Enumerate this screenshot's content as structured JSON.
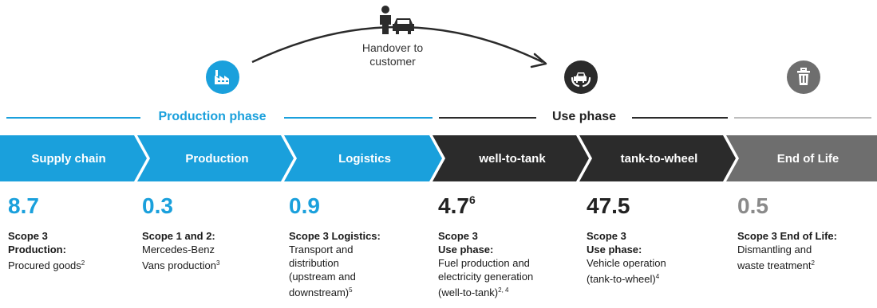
{
  "colors": {
    "production": "#1aa0dc",
    "use": "#2b2b2b",
    "end": "#6e6e6e",
    "end_line": "#bdbdbd"
  },
  "handover": {
    "line1": "Handover to",
    "line2": "customer"
  },
  "phases": {
    "production": "Production phase",
    "use": "Use phase"
  },
  "icons": {
    "production": "factory-icon",
    "use": "car-hands-icon",
    "end": "trash-can-icon",
    "handover": "person-car-icon"
  },
  "stages": [
    {
      "label": "Supply chain",
      "value": "8.7",
      "sup": "",
      "line1": "Scope 3",
      "line2": "Production:",
      "line3": "Procured goods",
      "line3_sup": "2",
      "line4": "",
      "line4_sup": "",
      "line5": "",
      "line5_sup": ""
    },
    {
      "label": "Production",
      "value": "0.3",
      "sup": "",
      "line1": "Scope 1 and 2:",
      "line2": "",
      "line3": "Mercedes-Benz",
      "line3_sup": "",
      "line4": "Vans production",
      "line4_sup": "3",
      "line5": "",
      "line5_sup": ""
    },
    {
      "label": "Logistics",
      "value": "0.9",
      "sup": "",
      "line1": "Scope 3 Logistics:",
      "line2": "",
      "line3": "Transport and",
      "line3_sup": "",
      "line4": "distribution",
      "line4_sup": "",
      "line5": "(upstream and",
      "line5_sup": "",
      "line6": "downstream)",
      "line6_sup": "5"
    },
    {
      "label": "well-to-tank",
      "value": "4.7",
      "sup": "6",
      "line1": "Scope 3",
      "line2": "Use phase:",
      "line3": "Fuel production and",
      "line3_sup": "",
      "line4": "electricity generation",
      "line4_sup": "",
      "line5": "(well-to-tank)",
      "line5_sup": "2, 4"
    },
    {
      "label": "tank-to-wheel",
      "value": "47.5",
      "sup": "",
      "line1": "Scope 3",
      "line2": "Use phase:",
      "line3": "Vehicle operation",
      "line3_sup": "",
      "line4": "(tank-to-wheel)",
      "line4_sup": "4",
      "line5": "",
      "line5_sup": ""
    },
    {
      "label": "End of Life",
      "value": "0.5",
      "sup": "",
      "line1": "Scope 3 End of Life:",
      "line2": "",
      "line3": "Dismantling and",
      "line3_sup": "",
      "line4": "waste treatment",
      "line4_sup": "2",
      "line5": "",
      "line5_sup": ""
    }
  ]
}
